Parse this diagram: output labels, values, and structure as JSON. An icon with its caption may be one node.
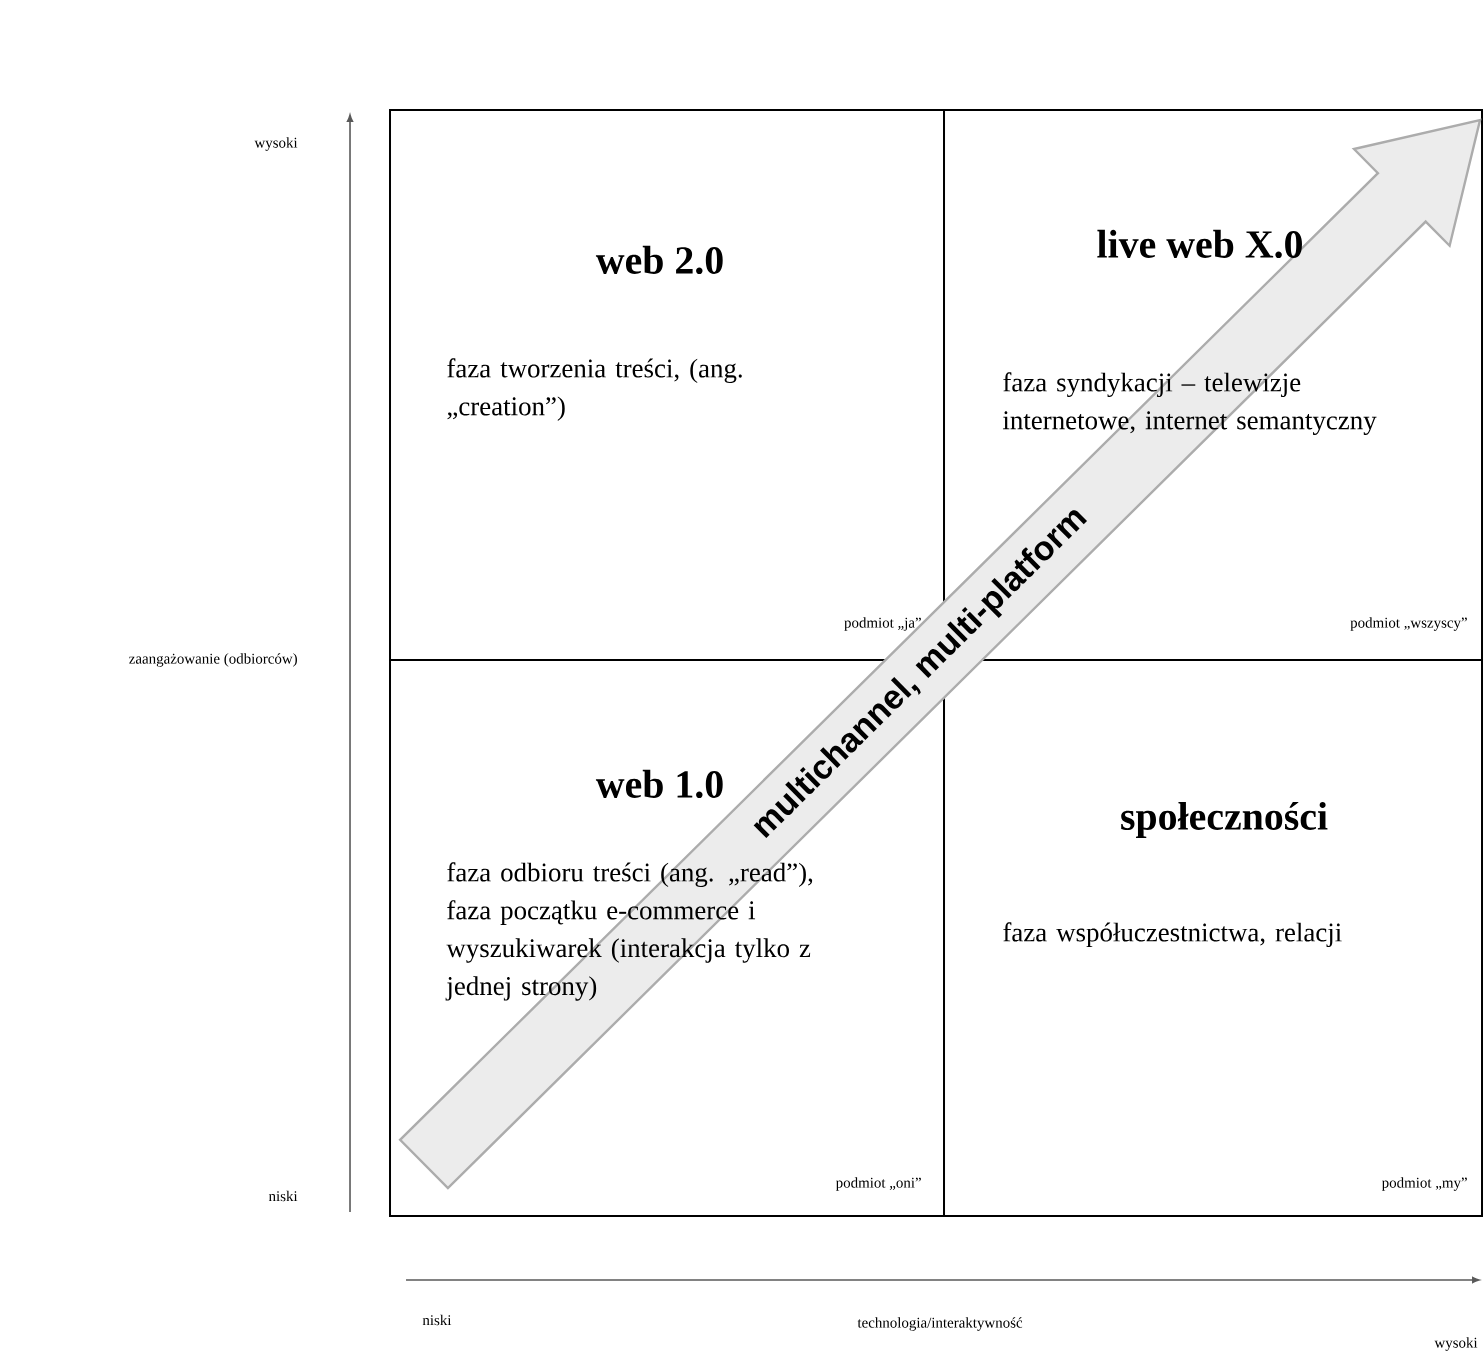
{
  "diagram": {
    "nodes": [
      {
        "text": [
          "web 2.0",
          "faza tworzenia treści, (ang. „creation”)",
          "podmiot „ja”"
        ]
      },
      {
        "text": [
          "live web X.0",
          "faza syndykacji – telewizje internetowe, internet semantyczny",
          "podmiot „wszyscy”"
        ]
      },
      {
        "text": [
          "web 1.0",
          "faza odbioru treści (ang. „read”), faza początku e-commerce i wyszukiwarek (interakcja tylko z jednej strony)",
          "podmiot „oni”"
        ]
      },
      {
        "text": [
          "społeczności",
          "faza współuczestnictwa, relacji",
          "podmiot „my”"
        ]
      }
    ],
    "edges": [
      {
        "from": 2,
        "to": 1,
        "arrow": "to",
        "label": "multichannel, multi-platform"
      }
    ],
    "labels": [
      "wysoki",
      "zaangażowanie (odbiorców)",
      "niski",
      "niski",
      "technologia/interaktywność",
      "wysoki"
    ]
  }
}
